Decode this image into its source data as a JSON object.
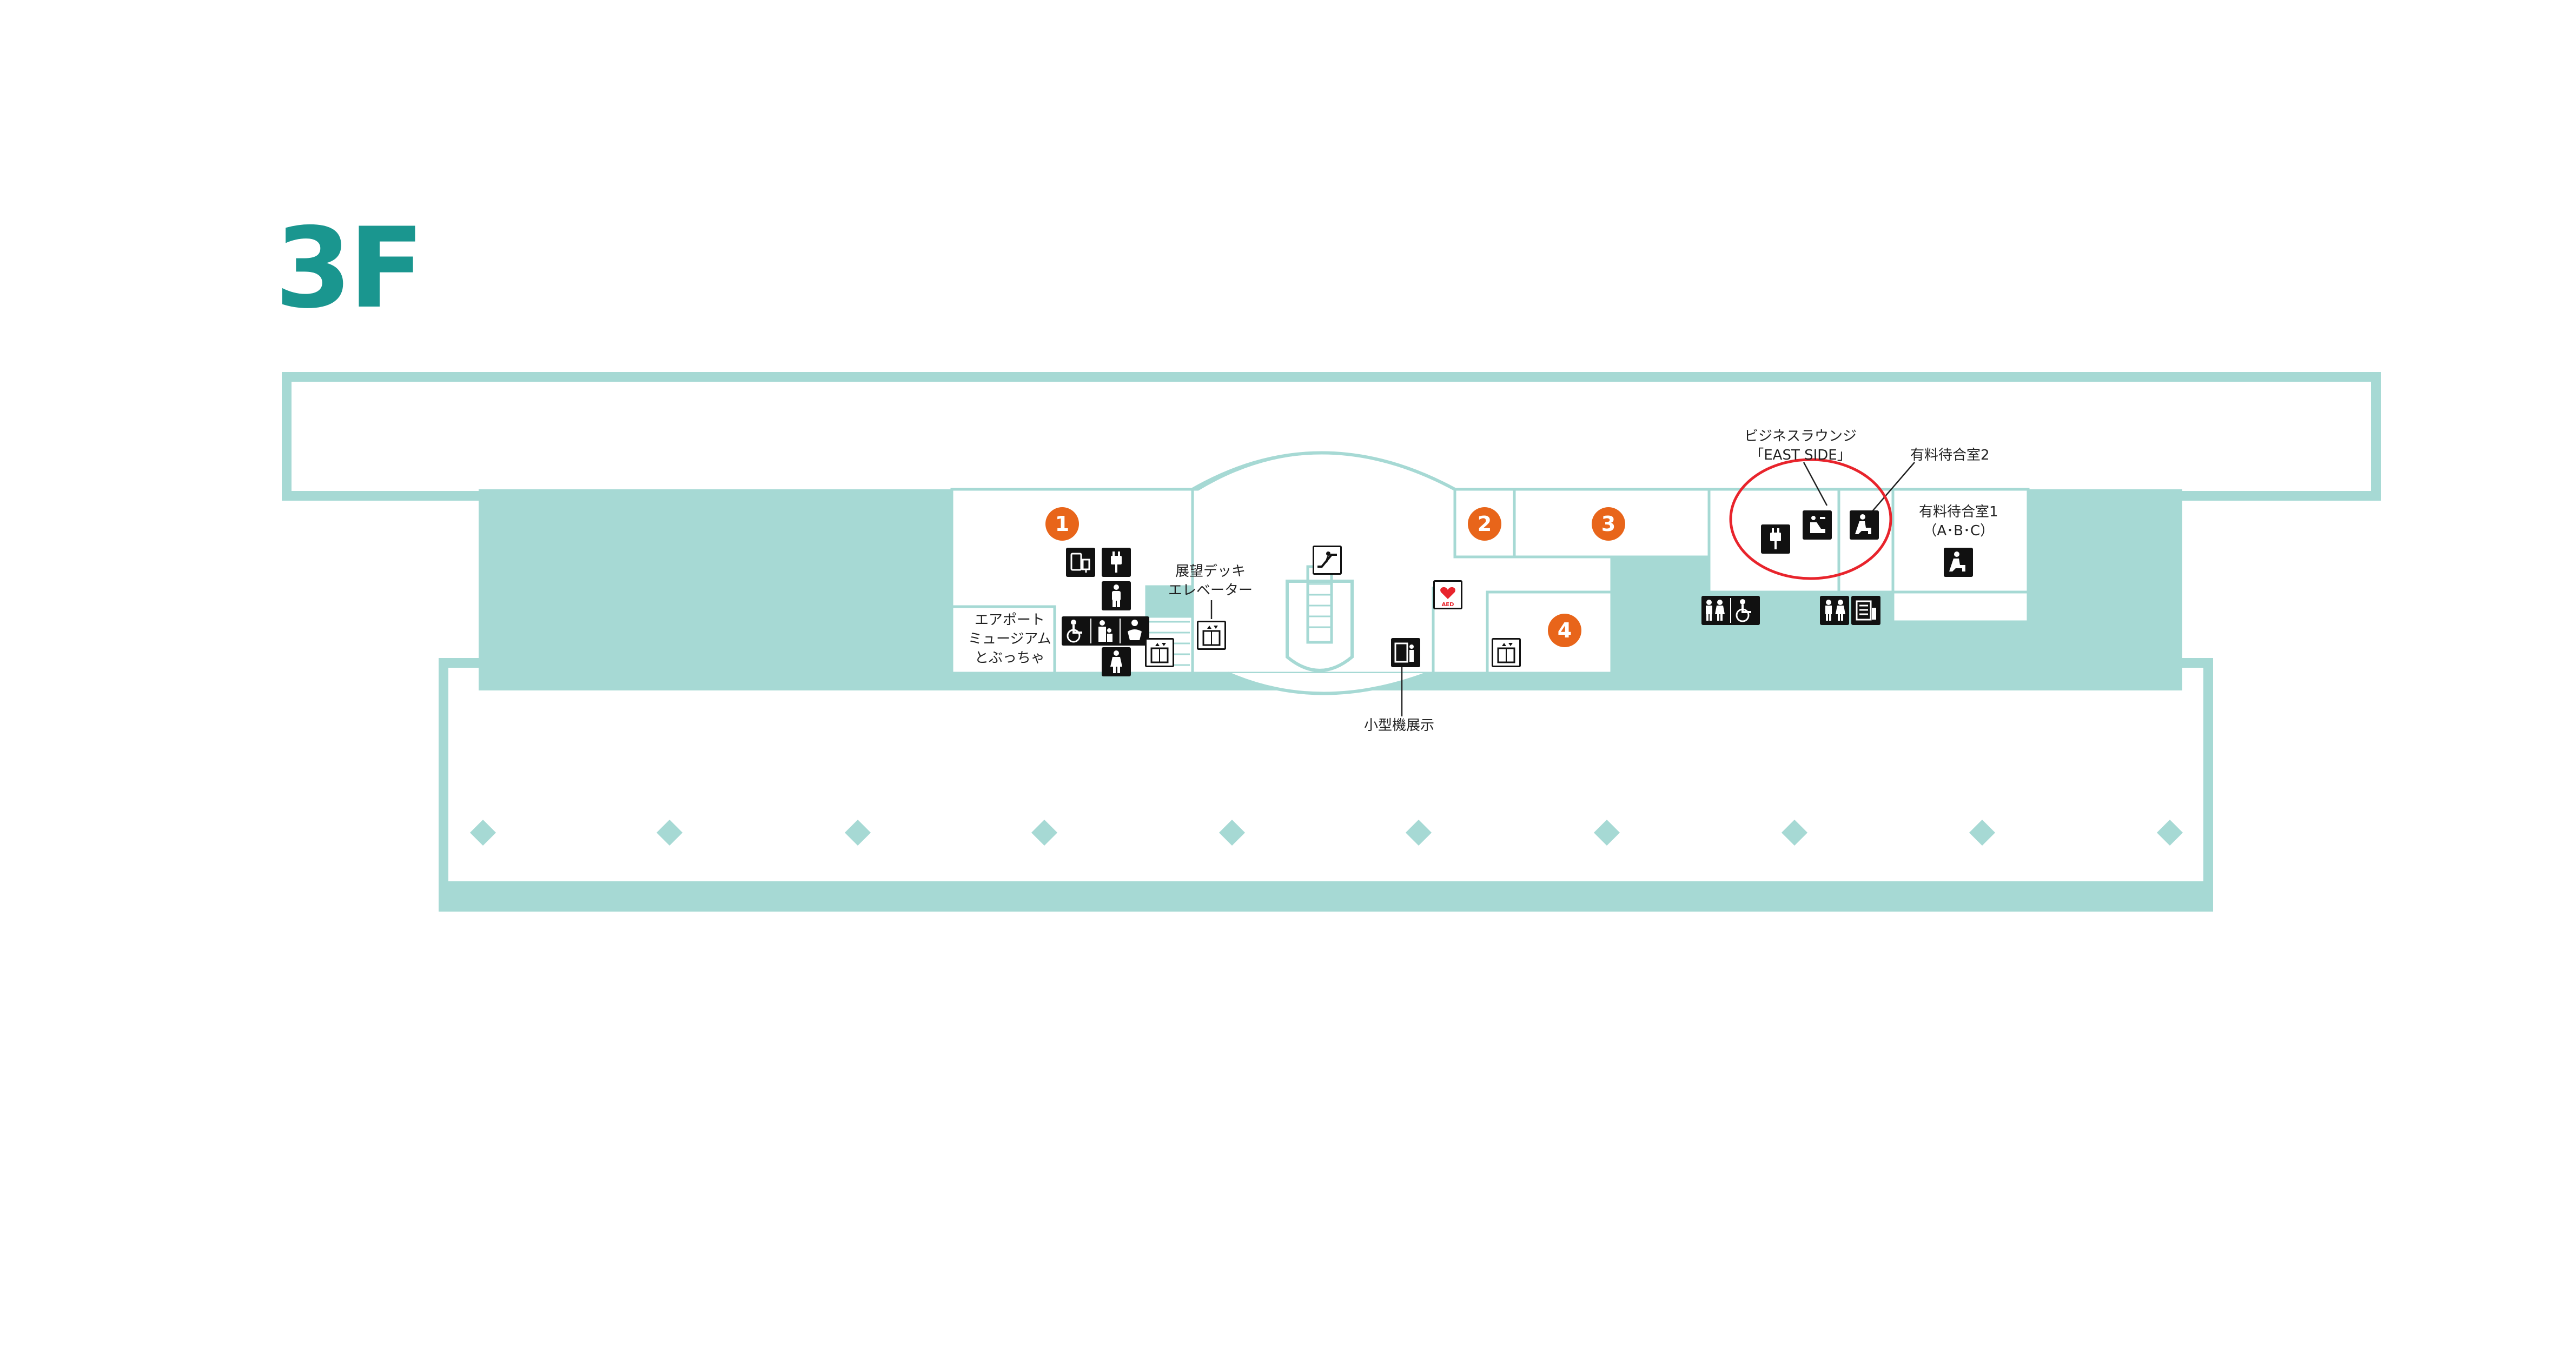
{
  "floor": {
    "title": "3F"
  },
  "colors": {
    "wall": "#a6d9d4",
    "accent": "#1a968f",
    "badge": "#e8651a",
    "highlight": "#e8242c",
    "room": "#ffffff"
  },
  "rooms": [
    {
      "number": "1"
    },
    {
      "number": "2"
    },
    {
      "number": "3"
    },
    {
      "number": "4"
    }
  ],
  "labels": {
    "museum": [
      "エアポート",
      "ミュージアム",
      "とぶっちゃ"
    ],
    "observation_elevator": [
      "展望デッキ",
      "エレベーター"
    ],
    "small_aircraft_display": "小型機展示",
    "business_lounge": [
      "ビジネスラウンジ",
      "「EAST SIDE」"
    ],
    "paid_waiting_room_2": "有料待合室2",
    "paid_waiting_room_1": [
      "有料待合室1",
      "（A･B･C）"
    ]
  },
  "icons": [
    "phone-charging-icon",
    "power-outlet-icon",
    "mens-restroom-icon",
    "accessible-restroom-icon",
    "multipurpose-restroom-icon",
    "baby-changing-icon",
    "womens-restroom-icon",
    "elevator-icon",
    "escalator-icon",
    "aed-icon",
    "information-icon",
    "lounge-seat-icon",
    "waiting-room-icon",
    "restroom-icon",
    "vending-icon"
  ]
}
